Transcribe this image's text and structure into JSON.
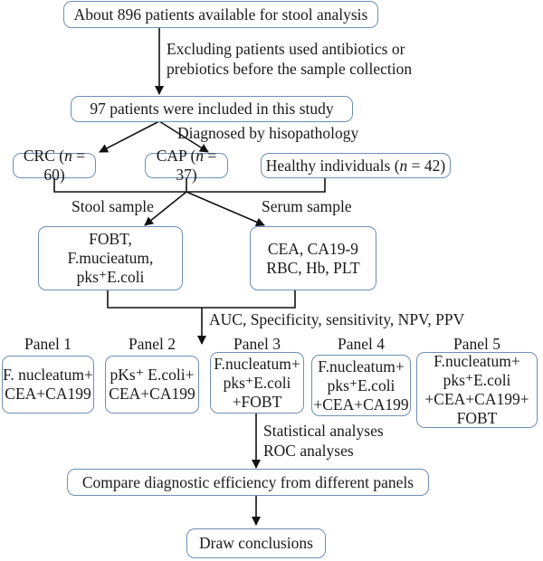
{
  "boxes": {
    "available": "About 896 patients available for stool analysis",
    "included": "97 patients were included in this study",
    "crc": {
      "label": "CRC (",
      "n": "n",
      "value": " = 60)"
    },
    "cap": {
      "label": "CAP (",
      "n": "n",
      "value": " = 37)"
    },
    "healthy": {
      "label": "Healthy individuals (",
      "n": "n",
      "value": " = 42)"
    },
    "stool_items": [
      "FOBT,",
      "F.mucieatum,",
      "pks⁺E.coli"
    ],
    "serum_items": [
      "CEA, CA19-9",
      "RBC, Hb, PLT"
    ],
    "compare": "Compare diagnostic efficiency from different panels",
    "conclusions": "Draw conclusions"
  },
  "labels": {
    "exclusion": [
      "Excluding patients used antibiotics or",
      "prebiotics before the sample collection"
    ],
    "diagnosed": "Diagnosed by hisopathology",
    "stool_sample": "Stool sample",
    "serum_sample": "Serum sample",
    "metrics": "AUC, Specificity, sensitivity, NPV, PPV",
    "analyses": [
      "Statistical analyses",
      "ROC analyses"
    ]
  },
  "panels": [
    {
      "title": "Panel 1",
      "lines": [
        "F. nucleatum+",
        "CEA+CA199"
      ]
    },
    {
      "title": "Panel 2",
      "lines": [
        "pKs⁺ E.coli+",
        "CEA+CA199"
      ]
    },
    {
      "title": "Panel 3",
      "lines": [
        "F.nucleatum+",
        "pks⁺E.coli",
        "+FOBT"
      ]
    },
    {
      "title": "Panel 4",
      "lines": [
        "F.nucleatum+",
        "pks⁺E.coli",
        "+CEA+CA199"
      ]
    },
    {
      "title": "Panel 5",
      "lines": [
        "F.nucleatum+",
        "pks⁺E.coli",
        "+CEA+CA199+",
        "FOBT"
      ]
    }
  ],
  "colors": {
    "box_border": "#6e8fb5",
    "arrow": "#111111",
    "text": "#1a1a1a"
  }
}
